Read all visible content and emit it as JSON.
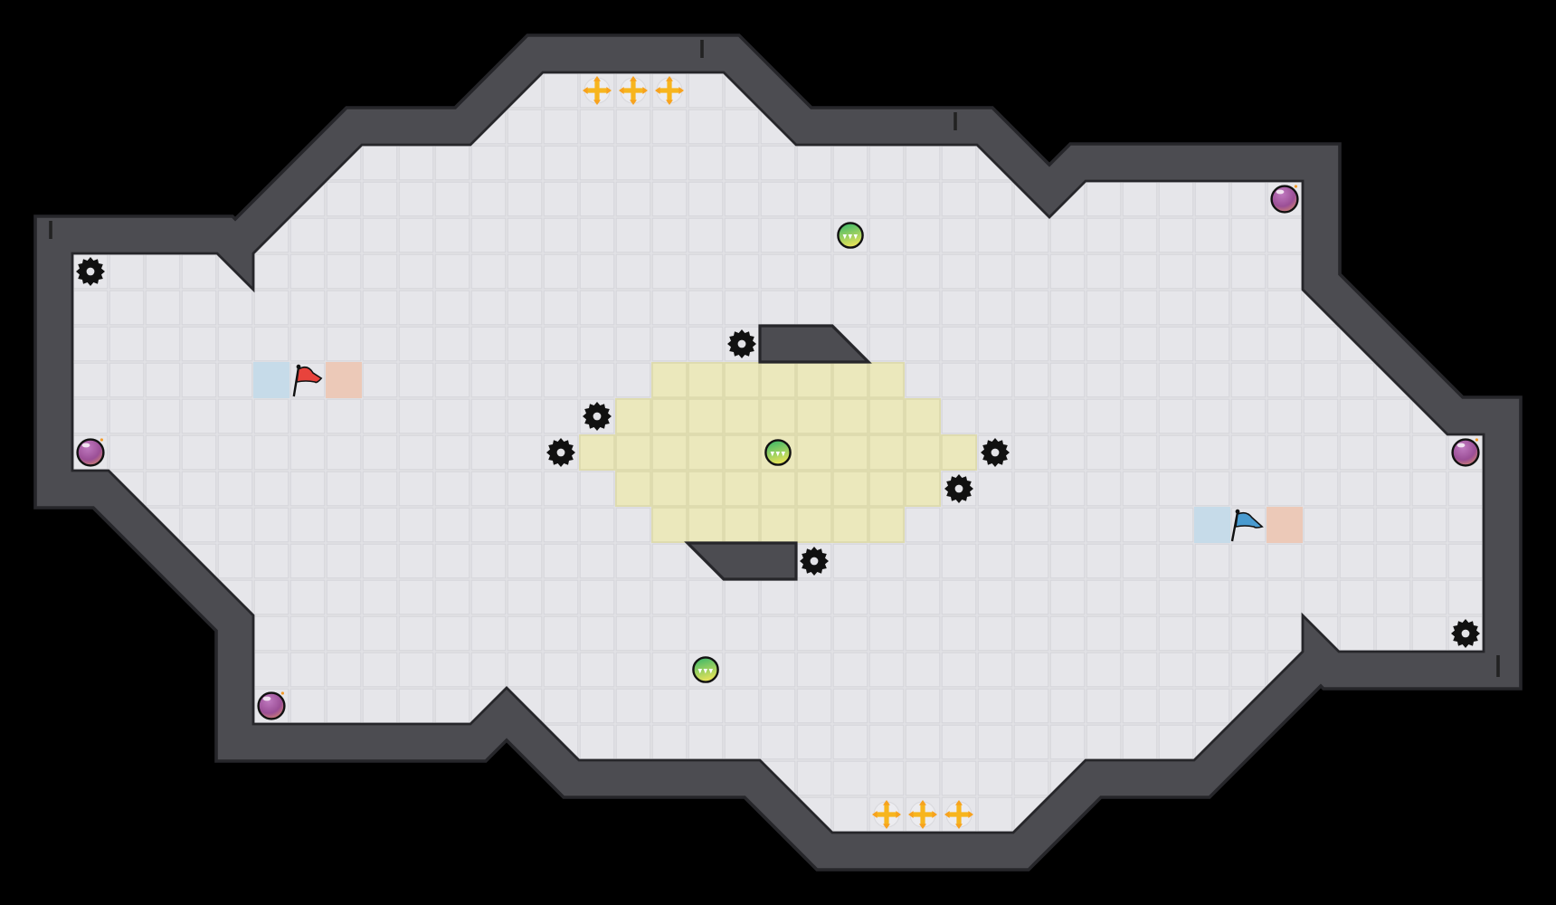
{
  "game": {
    "type": "capture-the-flag arena map",
    "entities": {
      "red_flag": "red-flag",
      "blue_flag": "blue-flag",
      "spike": "spike",
      "bomb": "bomb",
      "boost": "boost-pad",
      "powerup": "powerup"
    },
    "counts": {
      "spikes": 8,
      "bombs": 4,
      "boosts": 3,
      "powerups": 6,
      "flags": 2
    }
  },
  "colors": {
    "background": "#000000",
    "floor": "#e3e3e7",
    "floor_line": "#cfcfd4",
    "wall": "#4c4c51",
    "wall_edge": "#26262a",
    "center_zone": "#ebe8bc",
    "red_end": "#ecc9b8",
    "blue_end": "#c6dbe9",
    "red_flag": "#e8433c",
    "blue_flag": "#4a9bd0",
    "bomb": "#a0559a",
    "boost": "#3dbb6a",
    "powerup": "#f7b51e"
  }
}
